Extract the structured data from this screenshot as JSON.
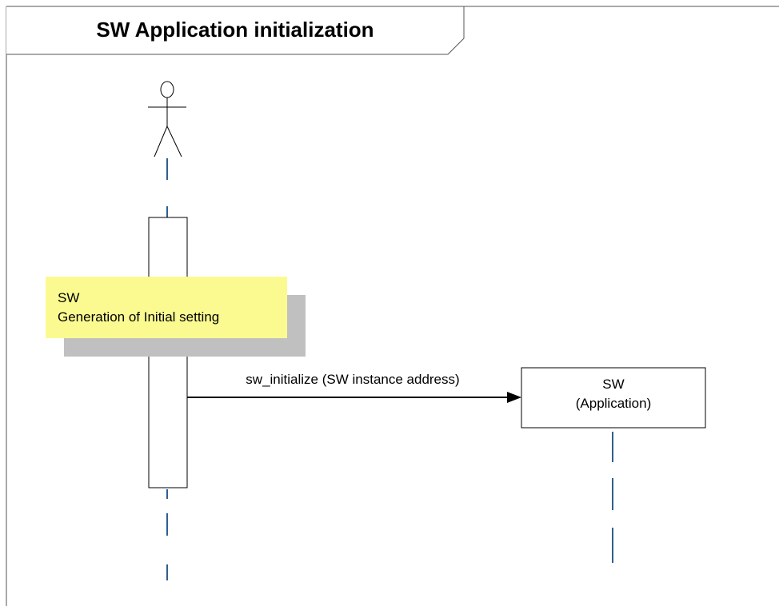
{
  "frame": {
    "title": "SW Application initialization"
  },
  "note": {
    "line1": "SW",
    "line2": "Generation of Initial setting",
    "fill_color": "#fbfa91",
    "shadow_color": "#c0c0c0"
  },
  "message": {
    "label": "sw_initialize (SW instance address)"
  },
  "lifeline_app": {
    "line1": "SW",
    "line2": "(Application)"
  },
  "colors": {
    "lifeline_dash": "#2e5f8f",
    "frame_border": "#555555"
  }
}
